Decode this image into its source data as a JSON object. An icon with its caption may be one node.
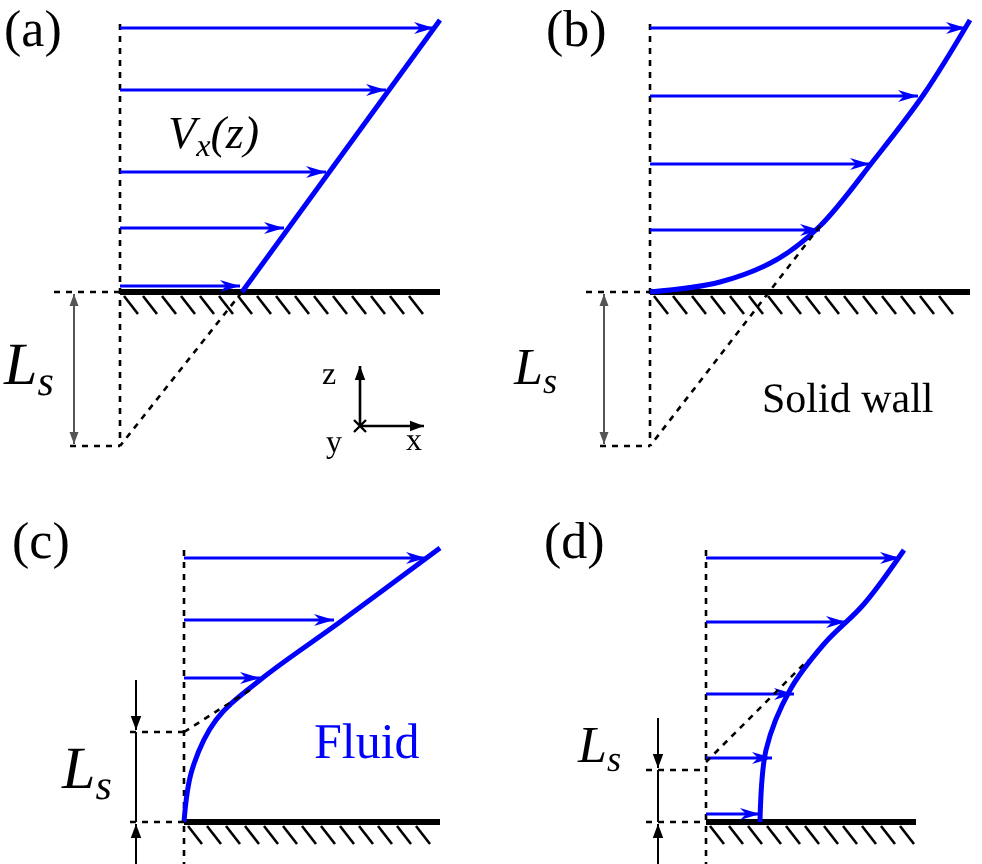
{
  "diagram": {
    "labels": [
      "(a)",
      "V$_{x}$(z)",
      "L$_{s}$",
      "z",
      "y",
      "x",
      "(b)",
      "L$_{s}$",
      "Solid wall",
      "(c)",
      "Fluid",
      "L$_{s}$",
      "(d)",
      "L$_{s}$"
    ]
  }
}
